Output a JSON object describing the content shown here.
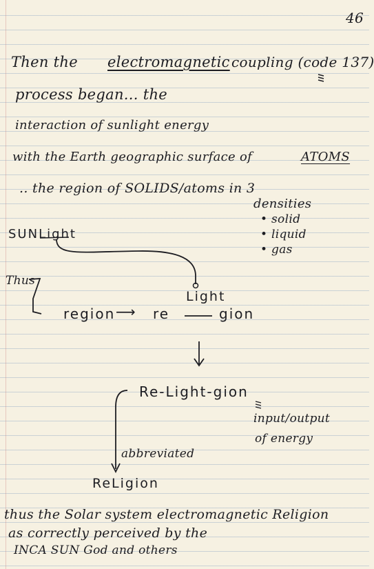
{
  "page_number": "46",
  "lines": {
    "l1_a": "Then the",
    "l1_b": "electromagnetic",
    "l1_c": "coupling (code 137)",
    "l2": "process began... the",
    "l3": "interaction of sunlight energy",
    "l4_a": "with the Earth geographic surface of",
    "l4_b": "ATOMS",
    "l5": ".. the region of SOLIDS/atoms in 3",
    "densities": "densities",
    "density_items": [
      "• solid",
      "• liquid",
      "• gas"
    ]
  },
  "diagram": {
    "sunlight": "SUNLight",
    "thus": "Thus",
    "light_top": "Light",
    "region": "region",
    "arrow": "⟶",
    "re": "re",
    "gion": "gion",
    "re_light_gion": "Re-Light-gion",
    "input_output_a": "input/output",
    "input_output_b": "of energy",
    "abbreviated": "abbreviated",
    "religion": "ReLigion"
  },
  "closing": {
    "c1": "thus the Solar system electromagnetic Religion",
    "c2": "as correctly perceived by the",
    "c3": "INCA SUN God and others"
  }
}
